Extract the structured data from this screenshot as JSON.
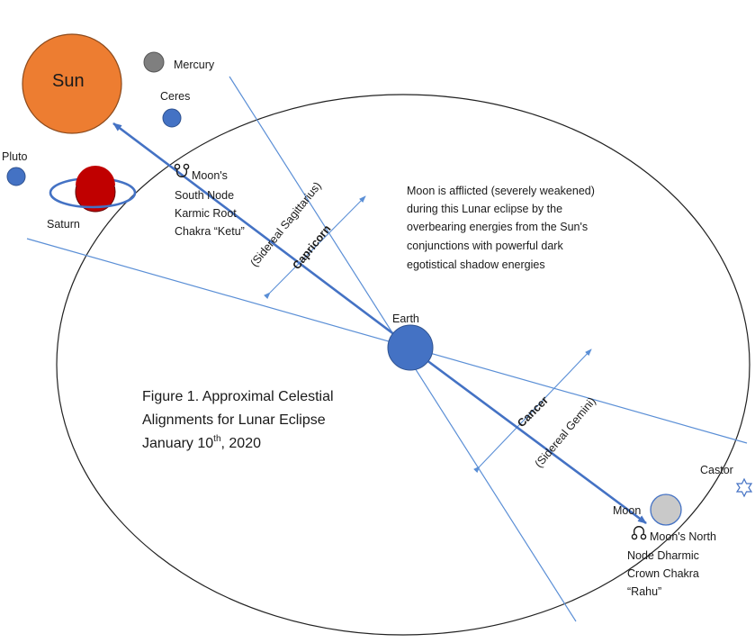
{
  "labels": {
    "sun": "Sun",
    "mercury": "Mercury",
    "ceres": "Ceres",
    "pluto": "Pluto",
    "saturn": "Saturn",
    "earth": "Earth",
    "moon": "Moon",
    "castor": "Castor",
    "south_node": [
      "Moon's",
      "South Node",
      "Karmic Root",
      "Chakra “Ketu”"
    ],
    "north_node": [
      "Moon's North",
      "Node Dharmic",
      "Crown Chakra",
      "“Rahu”"
    ],
    "capricorn": "Capricorn",
    "sidereal_sagittarius": "(Sidereal Sagittarius)",
    "cancer": "Cancer",
    "sidereal_gemini": "(Sidereal Gemini)"
  },
  "note": [
    "Moon is afflicted (severely weakened)",
    "during this Lunar eclipse by the",
    "overbearing energies from the Sun's",
    "conjunctions with powerful dark",
    "egotistical shadow energies"
  ],
  "caption": {
    "line1": "Figure 1.  Approximal Celestial",
    "line2": "Alignments for Lunar Eclipse",
    "line3_main": "January 10",
    "line3_sup": "th",
    "line3_end": ", 2020"
  },
  "colors": {
    "sun": "#ED7D31",
    "sun_stroke": "#8c4a1c",
    "earth": "#4472C4",
    "small_planet": "#4472C4",
    "mercury": "#7f7f7f",
    "moon": "#c9c9c9",
    "saturn": "#c00000",
    "line": "#5b8fd6",
    "arrow": "#4472C4"
  },
  "icons": {
    "node": "ascending-node-symbol",
    "star": "six-point-star"
  }
}
